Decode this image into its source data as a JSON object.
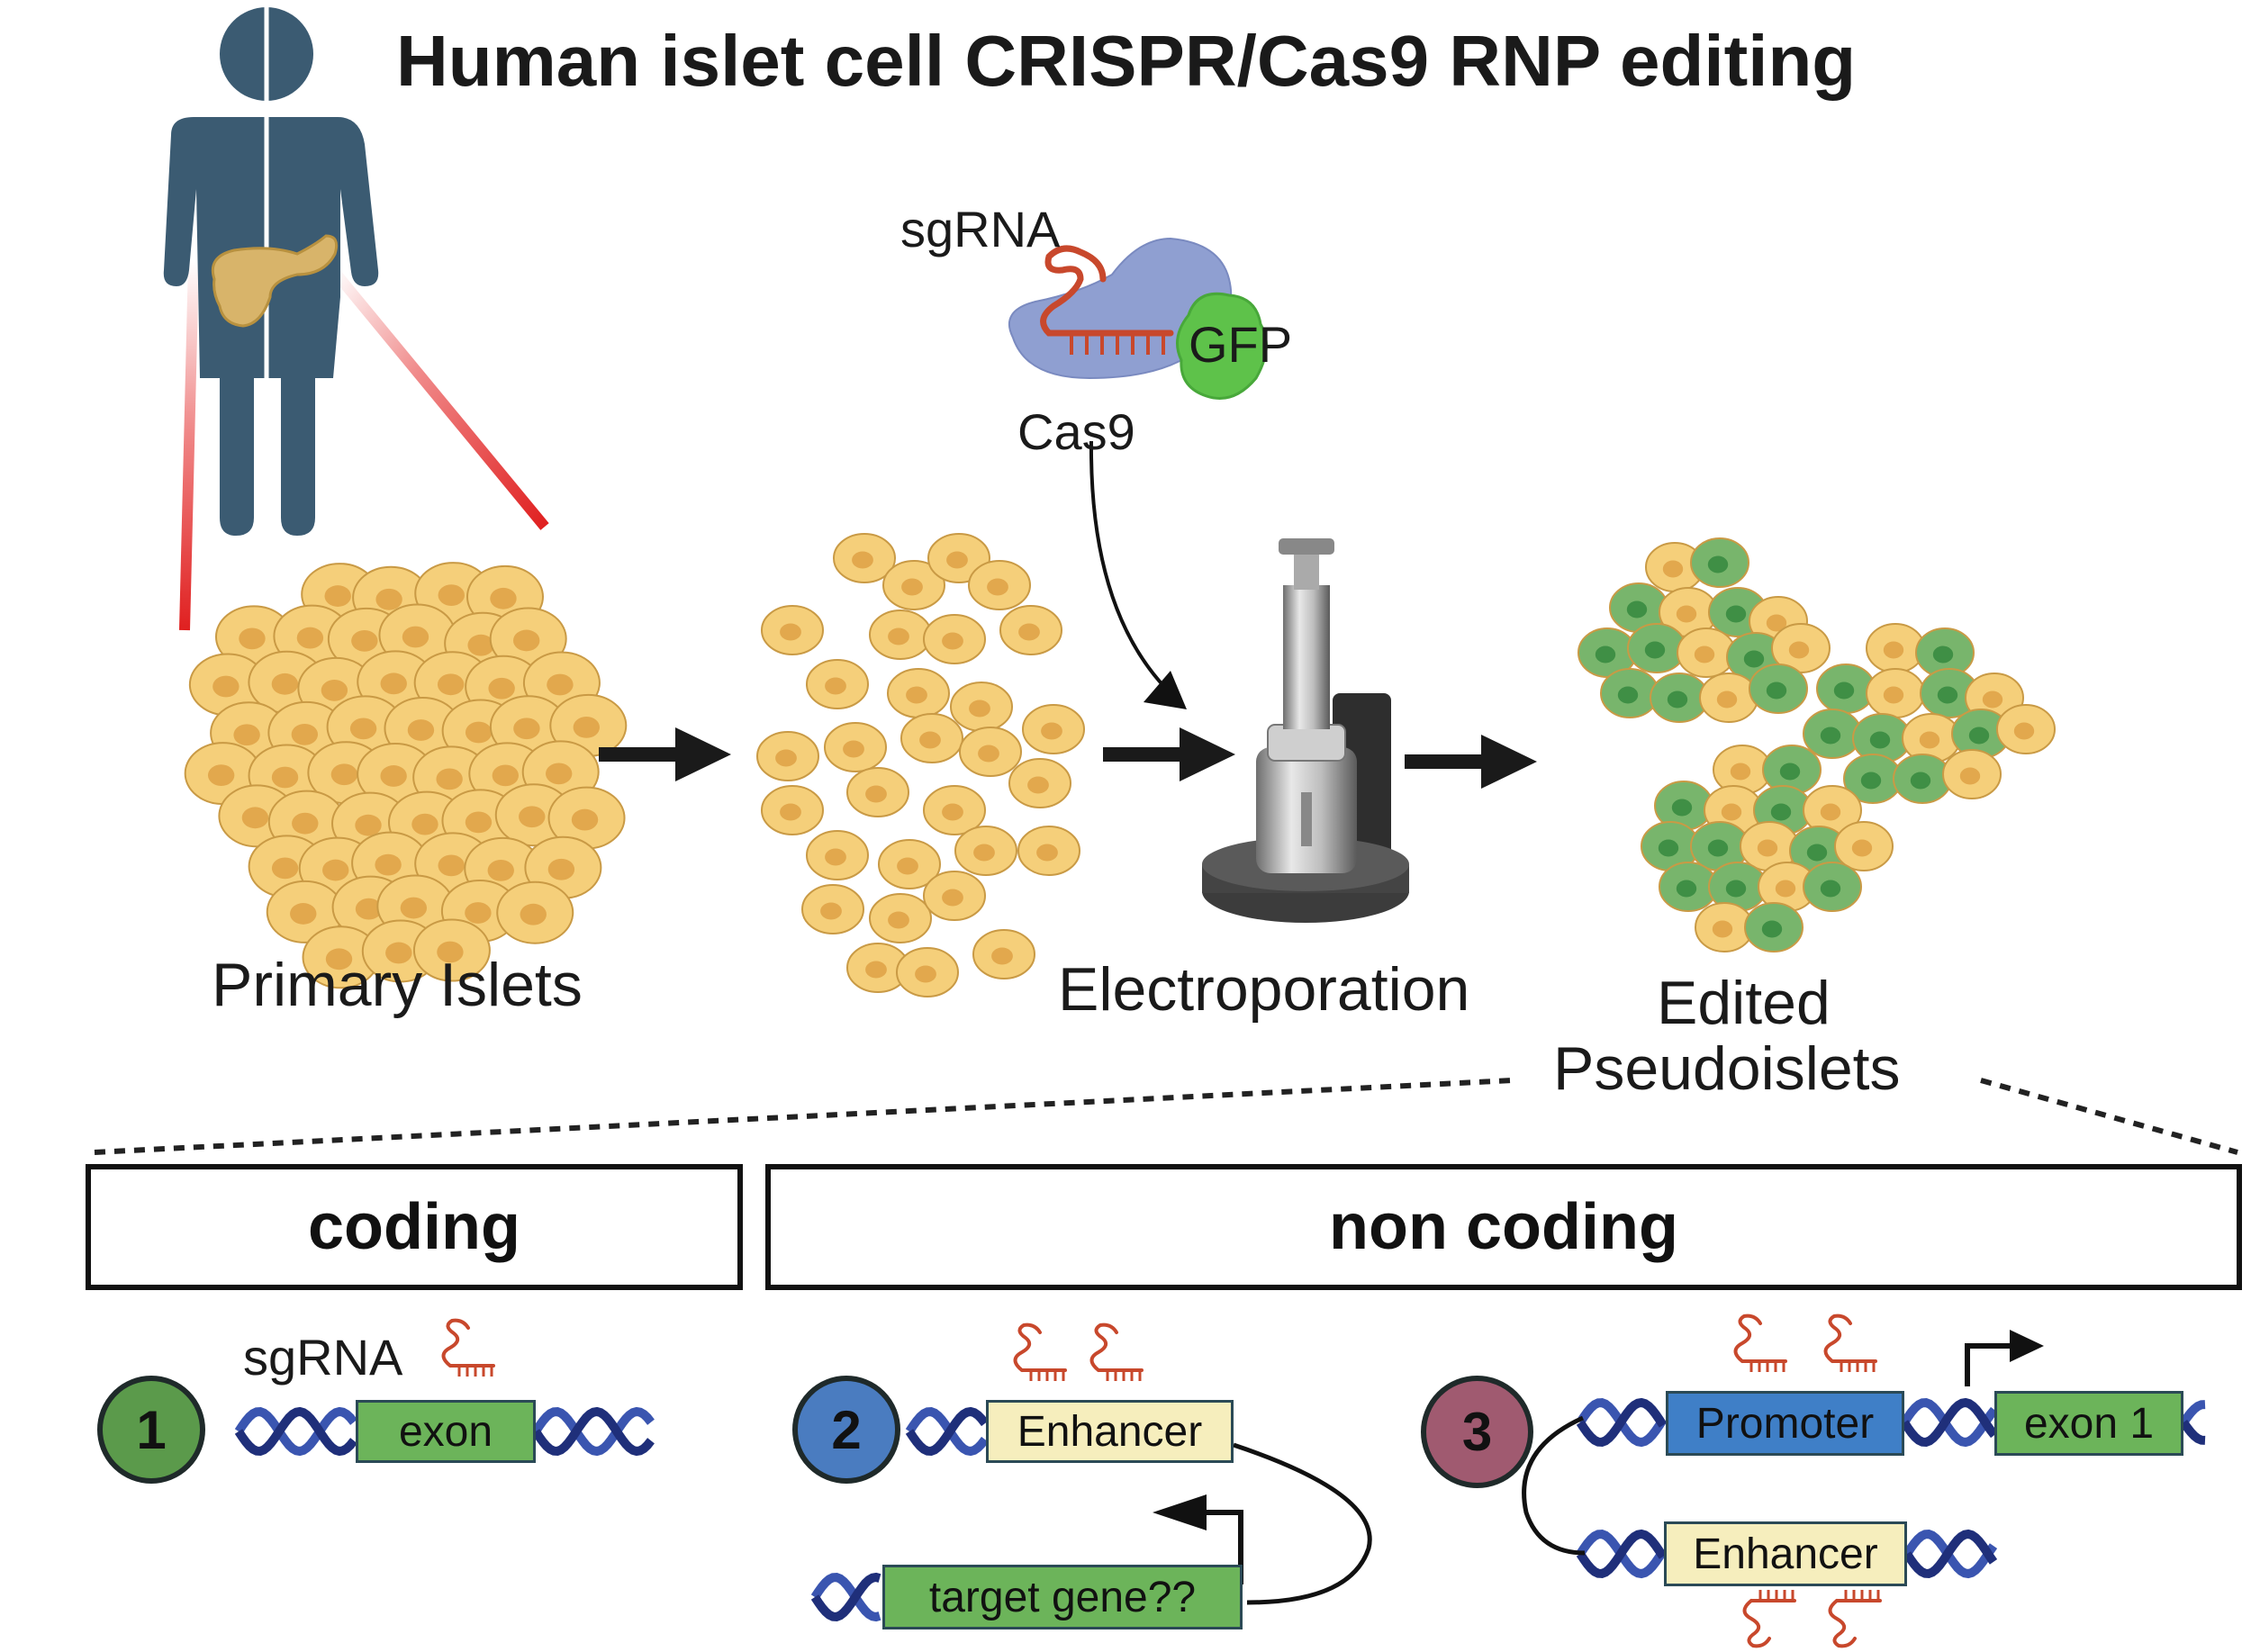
{
  "title": "Human islet cell CRISPR/Cas9 RNP editing",
  "rnp": {
    "sgrna_label": "sgRNA",
    "gfp_label": "GFP",
    "cas9_label": "Cas9"
  },
  "steps": {
    "primary_islets": "Primary Islets",
    "electroporation": "Electroporation",
    "edited_line1": "Edited",
    "edited_line2": "Pseudoislets"
  },
  "categories": {
    "coding": "coding",
    "non_coding": "non coding"
  },
  "examples": [
    {
      "number": "1",
      "sgrna_label": "sgRNA",
      "box": "exon",
      "color": "#5b9a4b"
    },
    {
      "number": "2",
      "box": "Enhancer",
      "target": "target gene??",
      "color": "#4a7cc0"
    },
    {
      "number": "3",
      "promoter": "Promoter",
      "exon": "exon 1",
      "enhancer": "Enhancer",
      "color": "#a05a70"
    }
  ],
  "colors": {
    "islet_cell": "#f5cf7a",
    "islet_nucleus": "#e2a84d",
    "edited_cell": "#78b56c",
    "edited_nucleus": "#3f8f45",
    "human_figure": "#3b5b72",
    "pancreas": "#d8b46a",
    "cas9": "#8f9fd1",
    "sgrna": "#c8482c",
    "dna_dark": "#1f2f7a",
    "dna_light": "#3a55b0",
    "exon_box": "#6cb45a",
    "enhancer_box": "#f6eebd",
    "promoter_box": "#3f7fc7"
  },
  "icons": [
    "human-figure-icon",
    "pancreas-icon",
    "cas9-protein-icon",
    "gfp-icon",
    "electroporator-icon",
    "dna-helix-icon",
    "promoter-arrow-icon"
  ]
}
